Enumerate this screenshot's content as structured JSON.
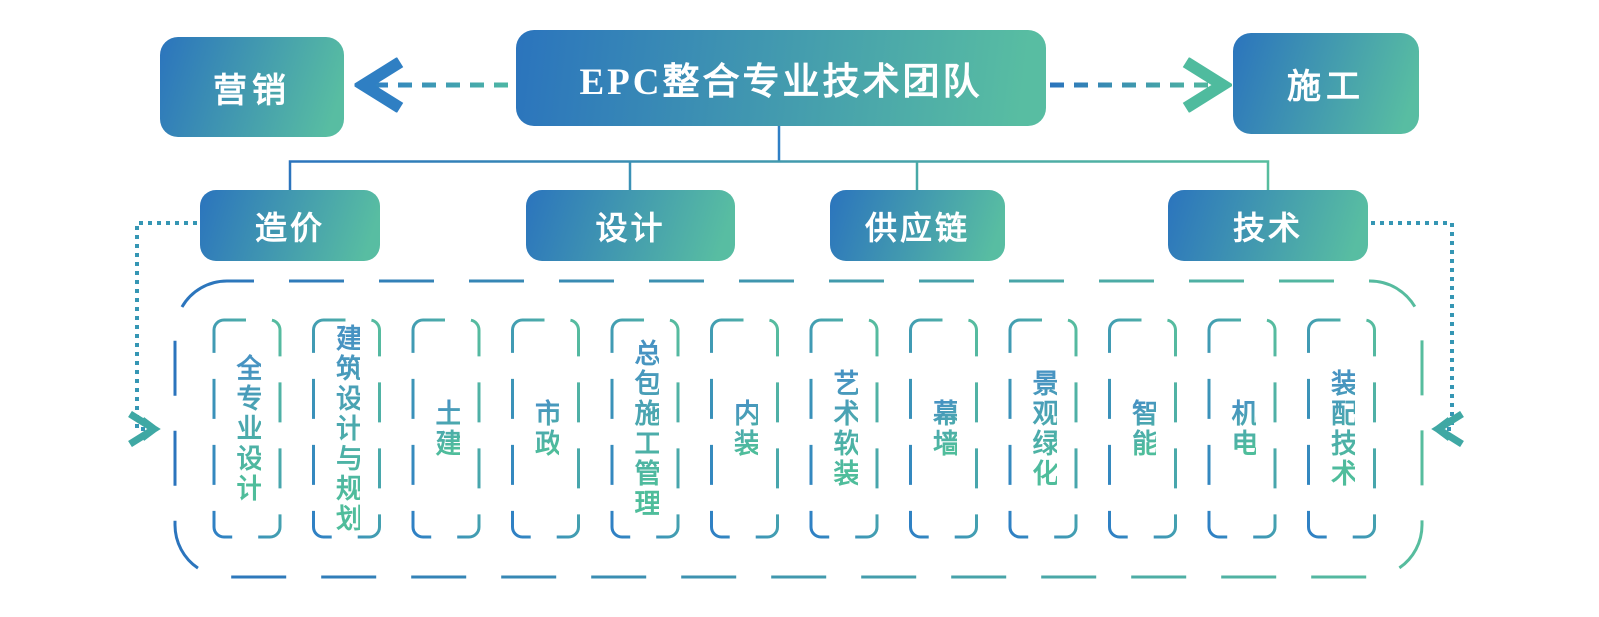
{
  "diagram": {
    "root": {
      "label": "EPC整合专业技术团队"
    },
    "left_node": {
      "label": "营销"
    },
    "right_node": {
      "label": "施工"
    },
    "branches": [
      {
        "label": "造价"
      },
      {
        "label": "设计"
      },
      {
        "label": "供应链"
      },
      {
        "label": "技术"
      }
    ],
    "specialties": {
      "items": [
        {
          "label": "全专业设计"
        },
        {
          "label": "建筑设计与规划"
        },
        {
          "label": "土建"
        },
        {
          "label": "市政"
        },
        {
          "label": "总包施工管理"
        },
        {
          "label": "内装"
        },
        {
          "label": "艺术软装"
        },
        {
          "label": "幕墙"
        },
        {
          "label": "景观绿化"
        },
        {
          "label": "智能"
        },
        {
          "label": "机电"
        },
        {
          "label": "装配技术"
        }
      ]
    },
    "colors": {
      "gradient_blue": "#2b74bd",
      "gradient_green": "#58bda2",
      "connector_blue": "#2f7fc5",
      "connector_green": "#57bd9e",
      "dotted_teal": "#35a0ae",
      "item_text_blue": "#4793c2",
      "item_text_green": "#4fbd9b",
      "text_white": "#ffffff"
    }
  }
}
